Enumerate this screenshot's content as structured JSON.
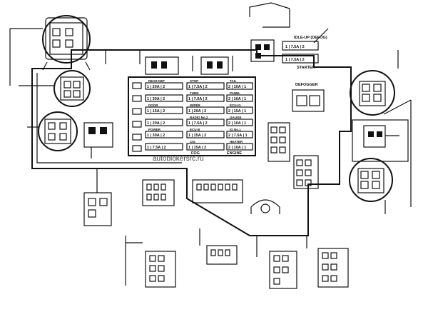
{
  "watermark": "autoblokersrc.ru",
  "relays_top_right": [
    {
      "name": "IDLE-UP (DEFOG)",
      "rating": "1 | 7.5A | 2"
    },
    {
      "name": "STARTER",
      "rating": "1 | 7.5A | 2"
    }
  ],
  "fuse_rows": [
    {
      "left": {
        "name": "REAR DEF",
        "rating": "1 | 20A | 2"
      },
      "mid": {
        "name": "STOP",
        "rating": "1 | 7.5A | 2"
      },
      "right": {
        "name": "TAIL",
        "rating": "2 | 10A | 1"
      }
    },
    {
      "left": {
        "name": "",
        "rating": "1 | 30A | 2"
      },
      "mid": {
        "name": "TURN",
        "rating": "1 | 7.5A | 2"
      },
      "right": {
        "name": "PANEL",
        "rating": "2 | 10A | 1"
      }
    },
    {
      "left": {
        "name": "DOOR",
        "rating": "1 | 15A | 2"
      },
      "mid": {
        "name": "WIPER",
        "rating": "1 | 20A | 2"
      },
      "right": {
        "name": "ECU-IG",
        "rating": "2 | 15A | 1"
      }
    },
    {
      "left": {
        "name": "",
        "rating": "1 | 20A | 2"
      },
      "mid": {
        "name": "RADIO No.2",
        "rating": "1 | 7.5A | 2"
      },
      "right": {
        "name": "GAUGE",
        "rating": "2 | 10A | 1"
      }
    },
    {
      "left": {
        "name": "POWER",
        "rating": "1 | 30A | 2"
      },
      "mid": {
        "name": "ECU-B",
        "rating": "1 | 15A | 2"
      },
      "right": {
        "name": "IG No.1",
        "rating": "2 | 7.5A | 1"
      }
    },
    {
      "left": {
        "name": "",
        "rating": "1 | 7.5A | 2"
      },
      "mid": {
        "name": "CIG",
        "rating": "1 | 15A | 2"
      },
      "right": {
        "name": "HEATER",
        "rating": "2 | 10A | 1"
      }
    }
  ],
  "fuse_rows_bottom": {
    "mid": "FOG",
    "right": "ENGINE"
  },
  "circuit_breaker": "DEFOGGER"
}
